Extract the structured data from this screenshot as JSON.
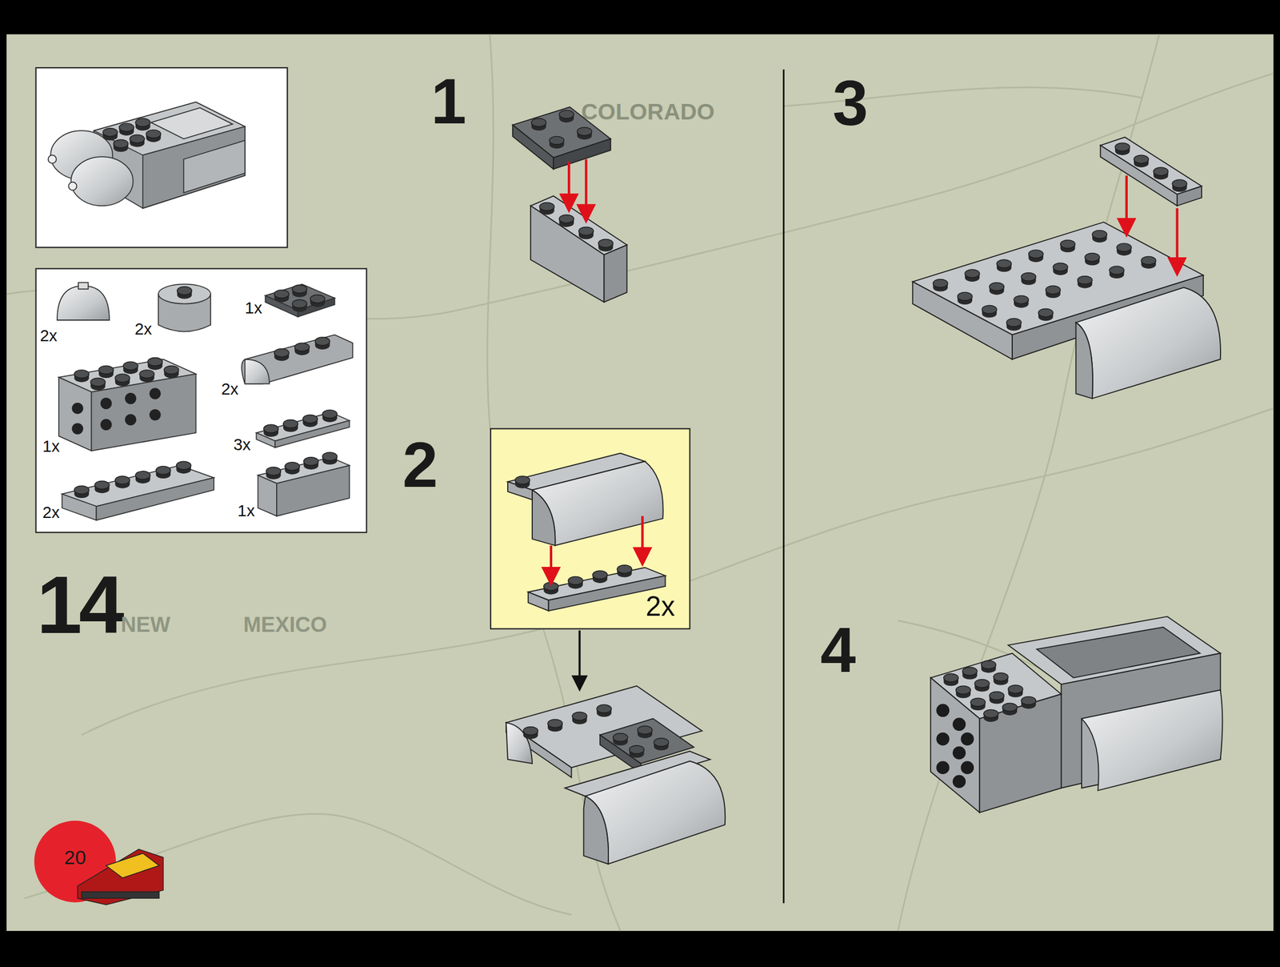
{
  "diagram": {
    "nodes": [
      {
        "text": [
          "2x",
          "2x",
          "1x",
          "2x",
          "1x",
          "3x",
          "2x",
          "1x"
        ]
      },
      {
        "text": [
          "2x"
        ]
      }
    ],
    "labels": [
      "COLORADO",
      "1",
      "2",
      "3",
      "4",
      "14",
      "NEW",
      "MEXICO",
      "20"
    ]
  }
}
